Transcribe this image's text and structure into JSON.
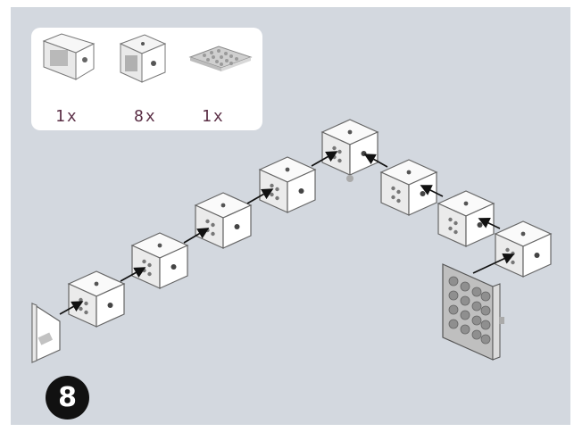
{
  "parts": [
    {
      "icon": "triangle-block-icon",
      "count": "1x"
    },
    {
      "icon": "cube-block-icon",
      "count": "8x"
    },
    {
      "icon": "grid-plate-icon",
      "count": "1x"
    }
  ],
  "step": {
    "number": "8"
  },
  "assembly": {
    "cube_count": 8,
    "colors": {
      "background": "#d3d8df",
      "cube_face": "#ffffff",
      "cube_outline": "#6a6a6a",
      "arrow": "#111111",
      "badge": "#111111",
      "count_text": "#5a2e45"
    }
  }
}
